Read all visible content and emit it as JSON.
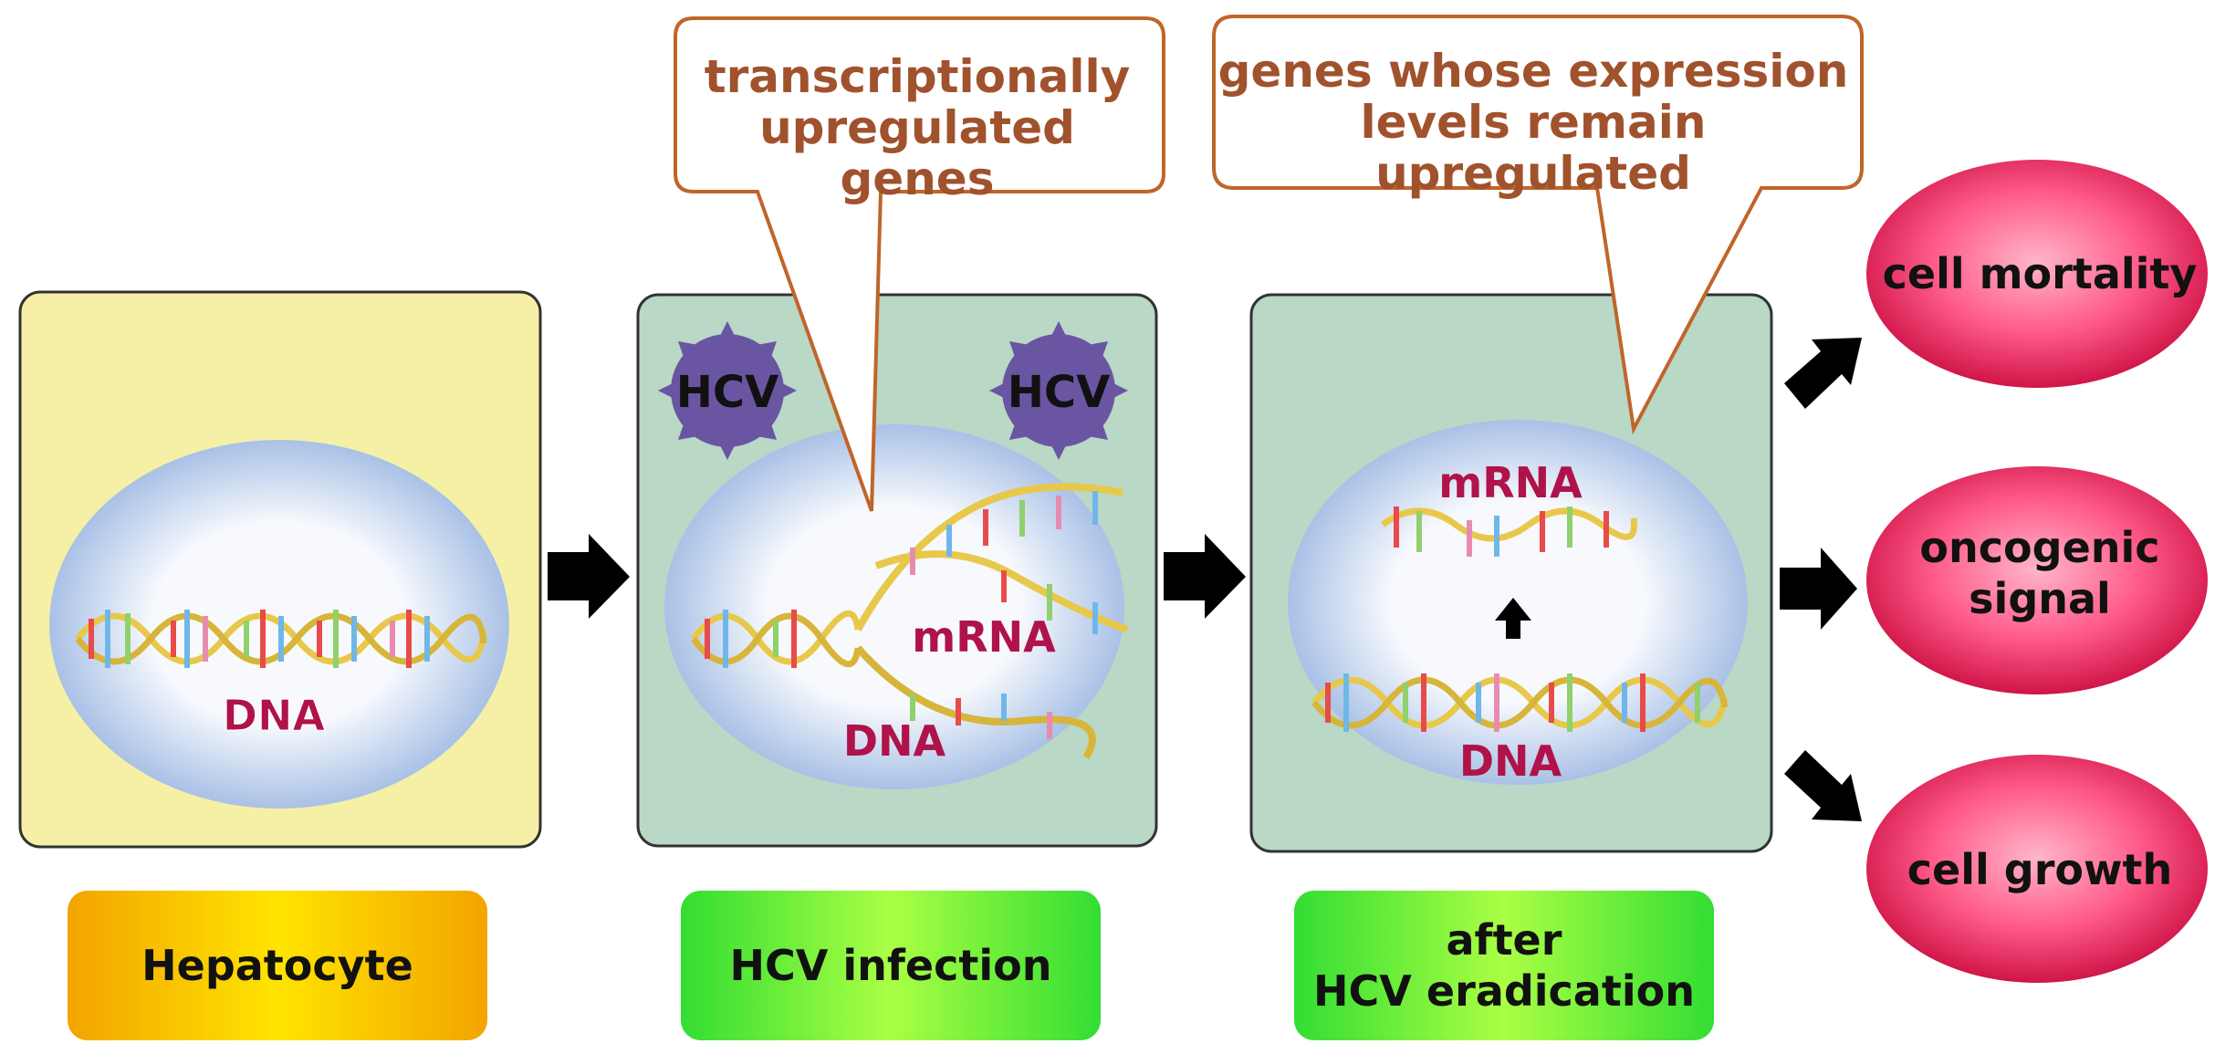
{
  "labels": {
    "hepatocyte": "Hepatocyte",
    "hcv_infection": "HCV infection",
    "after_hcv": "after\nHCV eradication"
  },
  "callouts": {
    "first": "transcriptionally\nupregulated genes",
    "second": "genes whose expression\nlevels remain upregulated"
  },
  "cell_texts": {
    "dna": "DNA",
    "mrna": "mRNA",
    "hcv": "HCV"
  },
  "outcomes": {
    "cell_mortality": "cell mortality",
    "oncogenic_signal": "oncogenic\nsignal",
    "cell_growth": "cell growth"
  },
  "colors": {
    "hepatocyte_bg": "#f5f0a6",
    "infected_bg": "#b9d8c6",
    "nucleus_fill": "#eef3fb",
    "nucleus_edge": "#9fb8e0",
    "callout_border": "#c0652a",
    "callout_text": "#a0522d",
    "oval_fill": "#f0386a",
    "virus": "#6a55a3",
    "arrow": "#000000",
    "dna_backbone": "#e8c84a"
  }
}
